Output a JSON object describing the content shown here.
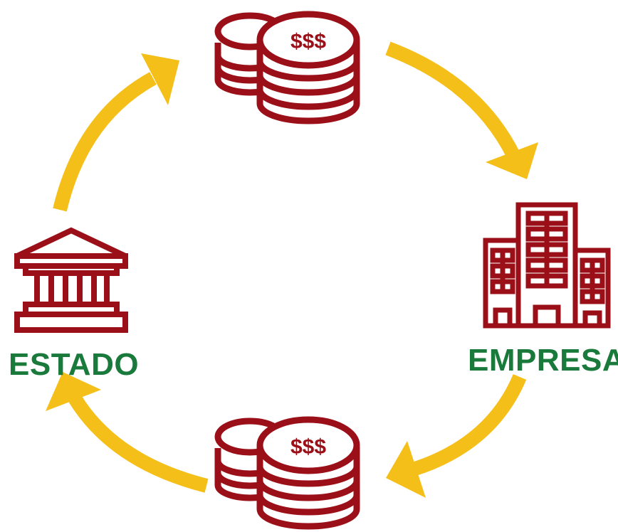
{
  "nodes": {
    "estado": {
      "label": "ESTADO",
      "icon": "government-building-icon"
    },
    "empresa": {
      "label": "EMPRESA",
      "icon": "office-buildings-icon"
    },
    "money_top": {
      "symbol": "$$$",
      "icon": "coin-stack-icon"
    },
    "money_bottom": {
      "symbol": "$$$",
      "icon": "coin-stack-icon"
    }
  },
  "flow": [
    "estado",
    "money_top",
    "empresa",
    "money_bottom",
    "estado"
  ],
  "colors": {
    "icon": "#9b1018",
    "label": "#1a7a3c",
    "arrow": "#f5bf19",
    "background": "#ffffff"
  }
}
